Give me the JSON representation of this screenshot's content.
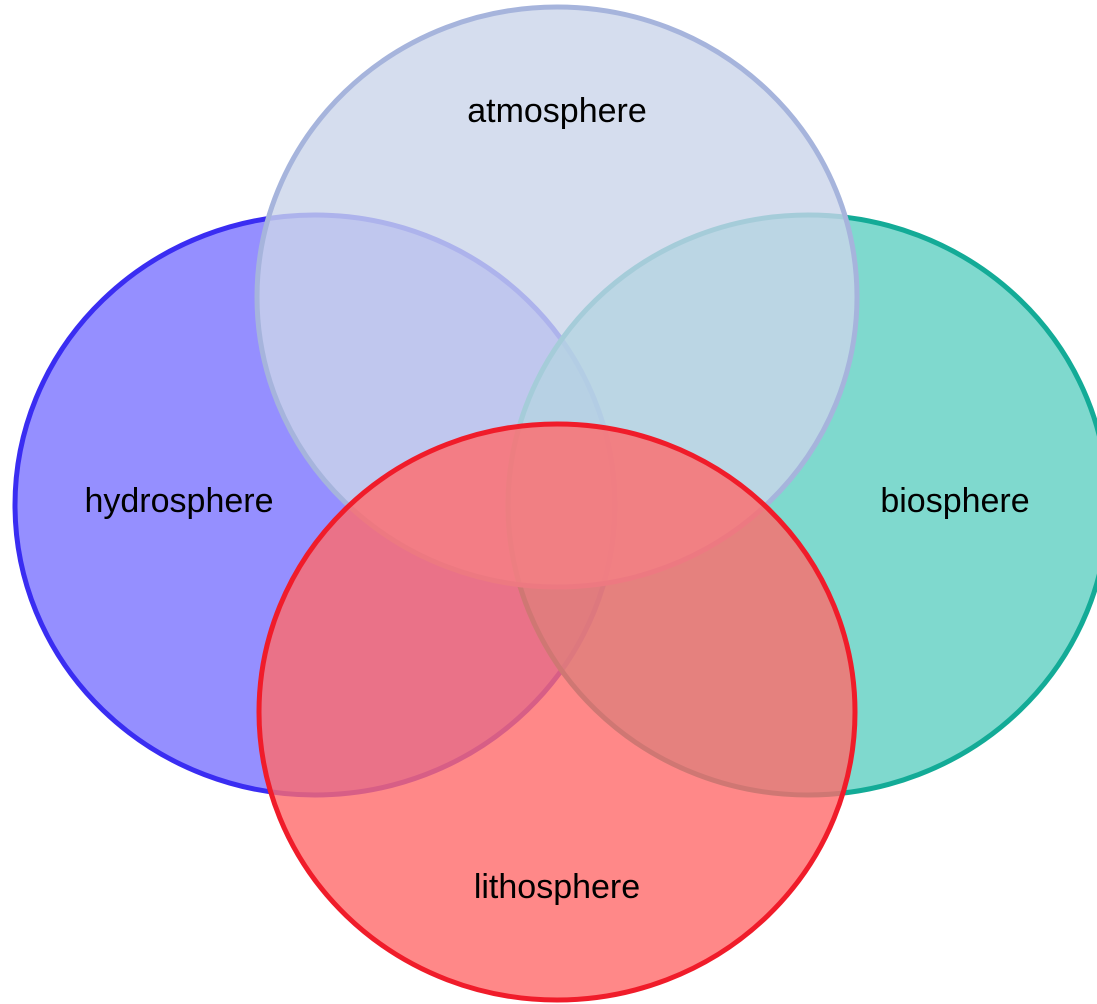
{
  "diagram": {
    "type": "venn",
    "sets": [
      {
        "id": "atmosphere",
        "label": "atmosphere",
        "fill": "#cad4ea",
        "stroke": "#a6b4dc"
      },
      {
        "id": "hydrosphere",
        "label": "hydrosphere",
        "fill": "#7a73ff",
        "stroke": "#3a2df2"
      },
      {
        "id": "biosphere",
        "label": "biosphere",
        "fill": "#5fd0c2",
        "stroke": "#13ab97"
      },
      {
        "id": "lithosphere",
        "label": "lithosphere",
        "fill": "#ff6a6a",
        "stroke": "#f01c2a"
      }
    ]
  }
}
